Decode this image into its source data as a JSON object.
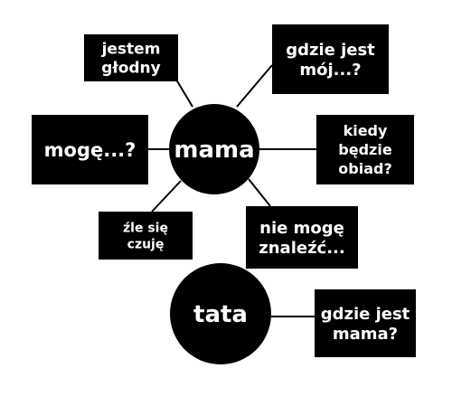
{
  "diagram": {
    "colors": {
      "background": "#ffffff",
      "node_fill": "#000000",
      "node_text": "#ffffff",
      "connector": "#000000"
    },
    "hubs": [
      {
        "id": "mama",
        "label": "mama"
      },
      {
        "id": "tata",
        "label": "tata"
      }
    ],
    "boxes": [
      {
        "id": "box-jestem-glodny",
        "hub": "mama",
        "lines": [
          "jestem",
          "głodny"
        ]
      },
      {
        "id": "box-gdzie-jest-moj",
        "hub": "mama",
        "lines": [
          "gdzie jest",
          "mój...?"
        ]
      },
      {
        "id": "box-moge",
        "hub": "mama",
        "lines": [
          "mogę...?"
        ]
      },
      {
        "id": "box-kiedy-bedzie-obiad",
        "hub": "mama",
        "lines": [
          "kiedy",
          "będzie",
          "obiad?"
        ]
      },
      {
        "id": "box-zle-sie-czuje",
        "hub": "mama",
        "lines": [
          "źle się",
          "czuję"
        ]
      },
      {
        "id": "box-nie-moge-znalezc",
        "hub": "mama",
        "lines": [
          "nie mogę",
          "znaleźć..."
        ]
      },
      {
        "id": "box-gdzie-jest-mama",
        "hub": "tata",
        "lines": [
          "gdzie jest",
          "mama?"
        ]
      }
    ]
  }
}
